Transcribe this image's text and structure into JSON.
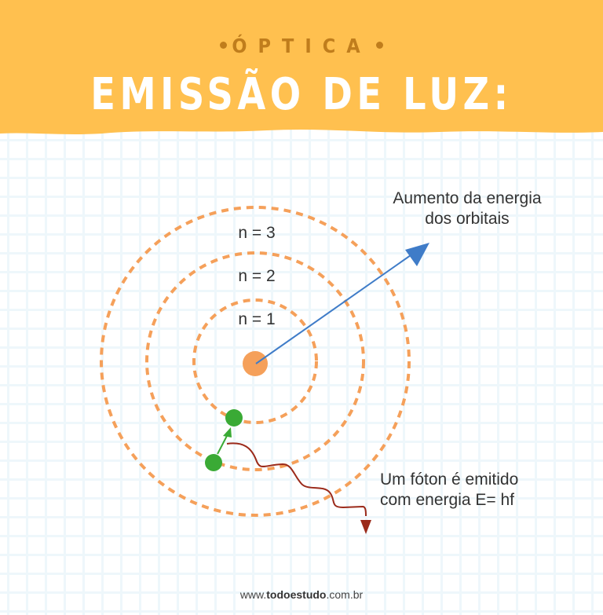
{
  "header": {
    "kicker": "ÓPTICA",
    "title": "EMISSÃO DE LUZ:"
  },
  "diagram": {
    "orbits": [
      {
        "label": "n = 1",
        "radius": 78
      },
      {
        "label": "n = 2",
        "radius": 138
      },
      {
        "label": "n = 3",
        "radius": 196
      }
    ],
    "energy_annotation": {
      "line1": "Aumento da energia",
      "line2": "dos orbitais"
    },
    "photon_annotation": {
      "line1": "Um fóton é emitido",
      "line2": "com energia E= hf"
    }
  },
  "footer": {
    "prefix": "www.",
    "brand": "todoestudo",
    "suffix": ".com.br"
  },
  "colors": {
    "banner": "#ffc04f",
    "kicker": "#c07d1c",
    "orbit": "#f5a05a",
    "nucleus": "#f5a05a",
    "electron": "#3aaa35",
    "energy_arrow": "#3f7cc8",
    "photon": "#9b2a1a",
    "grid": "#eef7fb"
  }
}
